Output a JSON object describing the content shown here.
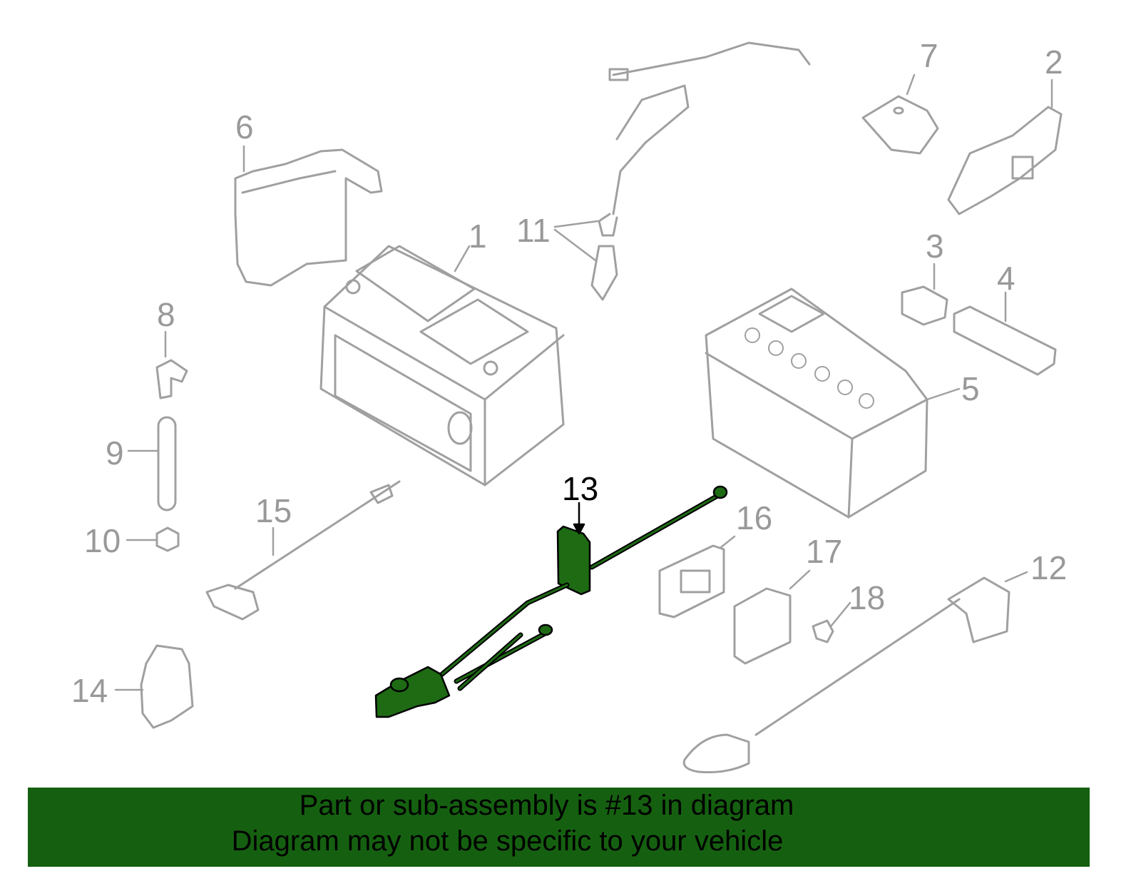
{
  "diagram": {
    "highlight_color": "#1e6b14",
    "part_color": "#a0a0a0",
    "labels": [
      "1",
      "2",
      "3",
      "4",
      "5",
      "6",
      "7",
      "8",
      "9",
      "10",
      "11",
      "12",
      "13",
      "14",
      "15",
      "16",
      "17",
      "18"
    ],
    "highlighted_label": "13"
  },
  "banner": {
    "color": "#156010",
    "line1": "Part or sub-assembly is #13 in diagram",
    "line2": "Diagram may not be specific to your vehicle"
  }
}
